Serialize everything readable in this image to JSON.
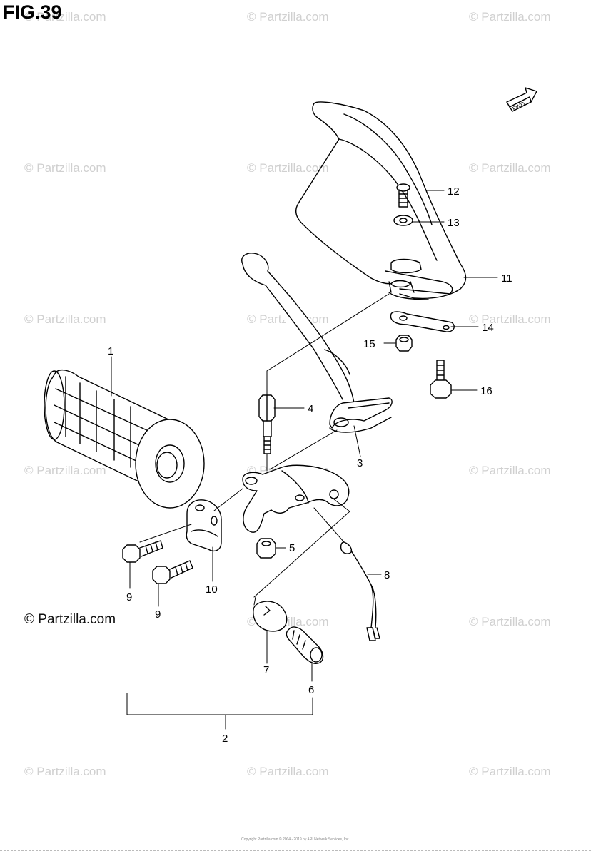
{
  "figure": {
    "title": "FIG.39"
  },
  "watermark": {
    "text": "© Partzilla.com"
  },
  "brand": {
    "text": "© Partzilla.com"
  },
  "direction_badge": {
    "text": "FWD"
  },
  "callouts": [
    {
      "id": "c1",
      "label": "1"
    },
    {
      "id": "c2",
      "label": "2"
    },
    {
      "id": "c3",
      "label": "3"
    },
    {
      "id": "c4",
      "label": "4"
    },
    {
      "id": "c5",
      "label": "5"
    },
    {
      "id": "c6",
      "label": "6"
    },
    {
      "id": "c7",
      "label": "7"
    },
    {
      "id": "c8",
      "label": "8"
    },
    {
      "id": "c9a",
      "label": "9"
    },
    {
      "id": "c9b",
      "label": "9"
    },
    {
      "id": "c10",
      "label": "10"
    },
    {
      "id": "c11",
      "label": "11"
    },
    {
      "id": "c12",
      "label": "12"
    },
    {
      "id": "c13",
      "label": "13"
    },
    {
      "id": "c14",
      "label": "14"
    },
    {
      "id": "c15",
      "label": "15"
    },
    {
      "id": "c16",
      "label": "16"
    }
  ],
  "footer": {
    "copyright": "Copyright Partzilla.com © 2004 - 2019 by ARI Network Services, Inc."
  }
}
